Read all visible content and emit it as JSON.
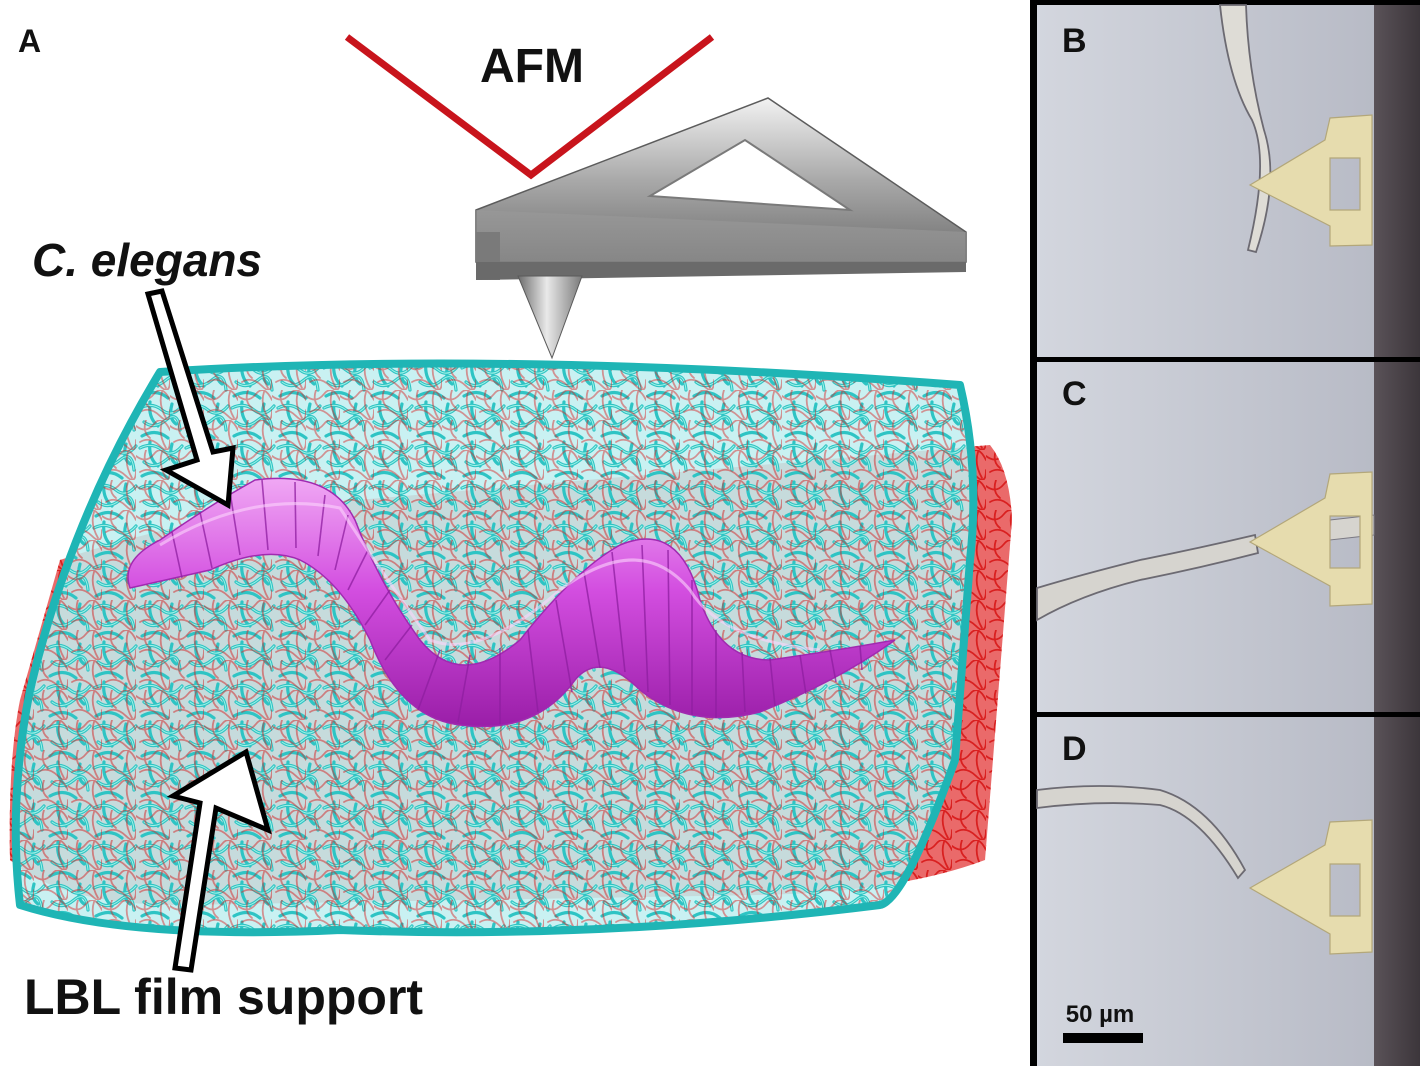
{
  "panels": {
    "a": {
      "letter": "A"
    },
    "b": {
      "letter": "B"
    },
    "c": {
      "letter": "C"
    },
    "d": {
      "letter": "D"
    }
  },
  "labels": {
    "afm": "AFM",
    "worm": "C. elegans",
    "film": "LBL film support"
  },
  "scale_bar": {
    "text": "50 µm"
  },
  "colors": {
    "laser": "#c8141c",
    "worm": "#d34ee0",
    "mesh_cyan": "#2ec4c4",
    "mesh_red": "#d81c1c",
    "cantilever": "#a8a8a8",
    "micrograph_bg": "#c9cbd4",
    "cantilever_tip_micrograph": "#e6dcae",
    "dark_edge": "#4a4448"
  }
}
